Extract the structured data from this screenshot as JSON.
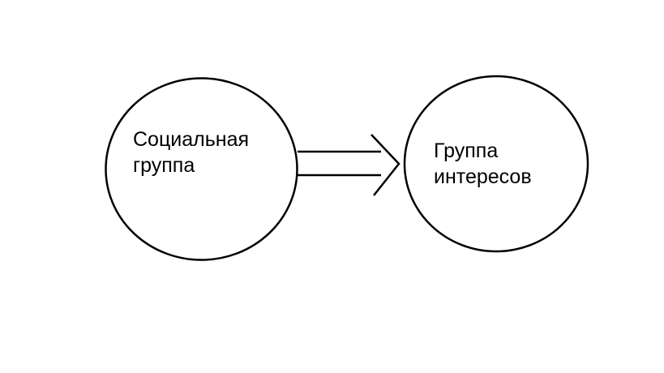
{
  "diagram": {
    "nodes": [
      {
        "id": "social-group",
        "lines": [
          "Социальная",
          "группа"
        ]
      },
      {
        "id": "interest-group",
        "lines": [
          "Группа",
          "интересов"
        ]
      }
    ],
    "edges": [
      {
        "from": "social-group",
        "to": "interest-group",
        "style": "double-arrow"
      }
    ]
  },
  "colors": {
    "stroke": "#000000",
    "background": "#ffffff"
  }
}
